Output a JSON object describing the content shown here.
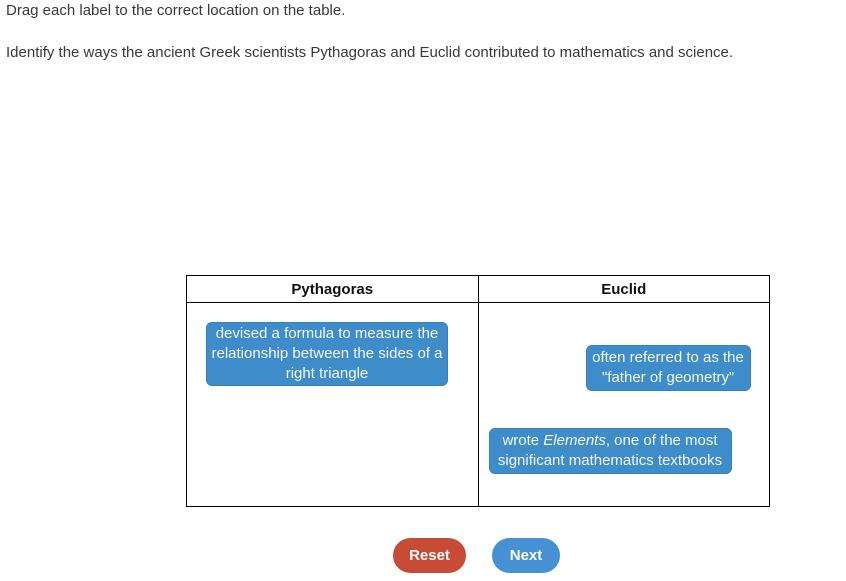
{
  "instructions": {
    "drag": "Drag each label to the correct location on the table.",
    "identify": "Identify the ways the ancient Greek scientists Pythagoras and Euclid contributed to mathematics and science."
  },
  "table": {
    "columns": [
      {
        "header": "Pythagoras"
      },
      {
        "header": "Euclid"
      }
    ]
  },
  "labels": [
    {
      "placed_in": "Pythagoras",
      "segments": [
        {
          "text": "devised a formula to measure the relationship between the sides of a right triangle",
          "italic": false
        }
      ]
    },
    {
      "placed_in": "Euclid",
      "segments": [
        {
          "text": "often referred to as the \"father of geometry”",
          "italic": false
        }
      ]
    },
    {
      "placed_in": "Euclid",
      "segments": [
        {
          "text": "wrote ",
          "italic": false
        },
        {
          "text": "Elements",
          "italic": true
        },
        {
          "text": ", one of the most significant mathematics textbooks",
          "italic": false
        }
      ]
    }
  ],
  "buttons": {
    "reset": "Reset",
    "next": "Next"
  },
  "colors": {
    "label_bg": "#3e8cc9",
    "reset_bg": "#c74b35",
    "next_bg": "#4591d4",
    "table_border": "#000000",
    "text": "#383838"
  }
}
